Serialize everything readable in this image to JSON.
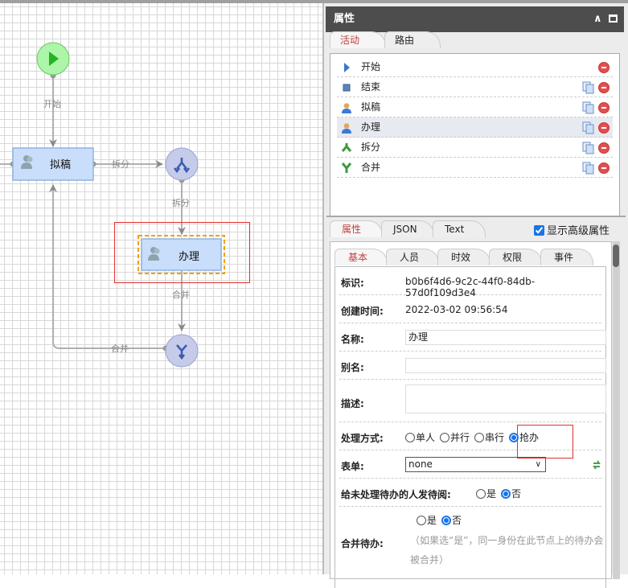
{
  "canvas": {
    "nodes": {
      "start": {
        "type": "start"
      },
      "draft": {
        "label": "拟稿"
      },
      "split": {
        "type": "split"
      },
      "handle": {
        "label": "办理",
        "selected": true
      },
      "merge": {
        "type": "merge"
      }
    },
    "edges": [
      {
        "label": "开始"
      },
      {
        "label": "拆分"
      },
      {
        "label": "拆分"
      },
      {
        "label": "合并"
      },
      {
        "label": "合并"
      }
    ]
  },
  "panel": {
    "title": "属性",
    "collapse_icon": "chevron-up-icon",
    "maximize_icon": "maximize-icon",
    "activity_tabs": [
      {
        "label": "活动",
        "active": true
      },
      {
        "label": "路由",
        "active": false
      }
    ],
    "activities": [
      {
        "label": "开始",
        "icon": "start-triangle-icon",
        "copy": false
      },
      {
        "label": "结束",
        "icon": "end-square-icon",
        "copy": true
      },
      {
        "label": "拟稿",
        "icon": "user-icon",
        "copy": true
      },
      {
        "label": "办理",
        "icon": "user-icon",
        "copy": true,
        "selected": true
      },
      {
        "label": "拆分",
        "icon": "split-icon",
        "copy": true
      },
      {
        "label": "合并",
        "icon": "merge-icon",
        "copy": true
      }
    ],
    "prop_tabs": [
      {
        "label": "属性",
        "active": true
      },
      {
        "label": "JSON"
      },
      {
        "label": "Text"
      }
    ],
    "show_advanced": {
      "label": "显示高级属性",
      "checked": true
    },
    "sub_tabs": [
      {
        "label": "基本",
        "active": true
      },
      {
        "label": "人员"
      },
      {
        "label": "时效"
      },
      {
        "label": "权限"
      },
      {
        "label": "事件"
      }
    ],
    "form": {
      "id_label": "标识:",
      "id_value": "b0b6f4d6-9c2c-44f0-84db-57d0f109d3e4",
      "created_label": "创建时间:",
      "created_value": "2022-03-02 09:56:54",
      "name_label": "名称:",
      "name_value": "办理",
      "alias_label": "别名:",
      "alias_value": "",
      "desc_label": "描述:",
      "desc_value": "",
      "mode_label": "处理方式:",
      "mode_options": [
        "单人",
        "并行",
        "串行",
        "抢办"
      ],
      "mode_selected": "抢办",
      "form_label": "表单:",
      "form_value": "none",
      "notify_label": "给未处理待办的人发待阅:",
      "notify_yes": "是",
      "notify_no": "否",
      "notify_selected": "否",
      "merge_label": "合并待办:",
      "merge_yes": "是",
      "merge_no": "否",
      "merge_selected": "否",
      "merge_hint": "（如果选“是”，同一身份在此节点上的待办会被合并）"
    }
  }
}
